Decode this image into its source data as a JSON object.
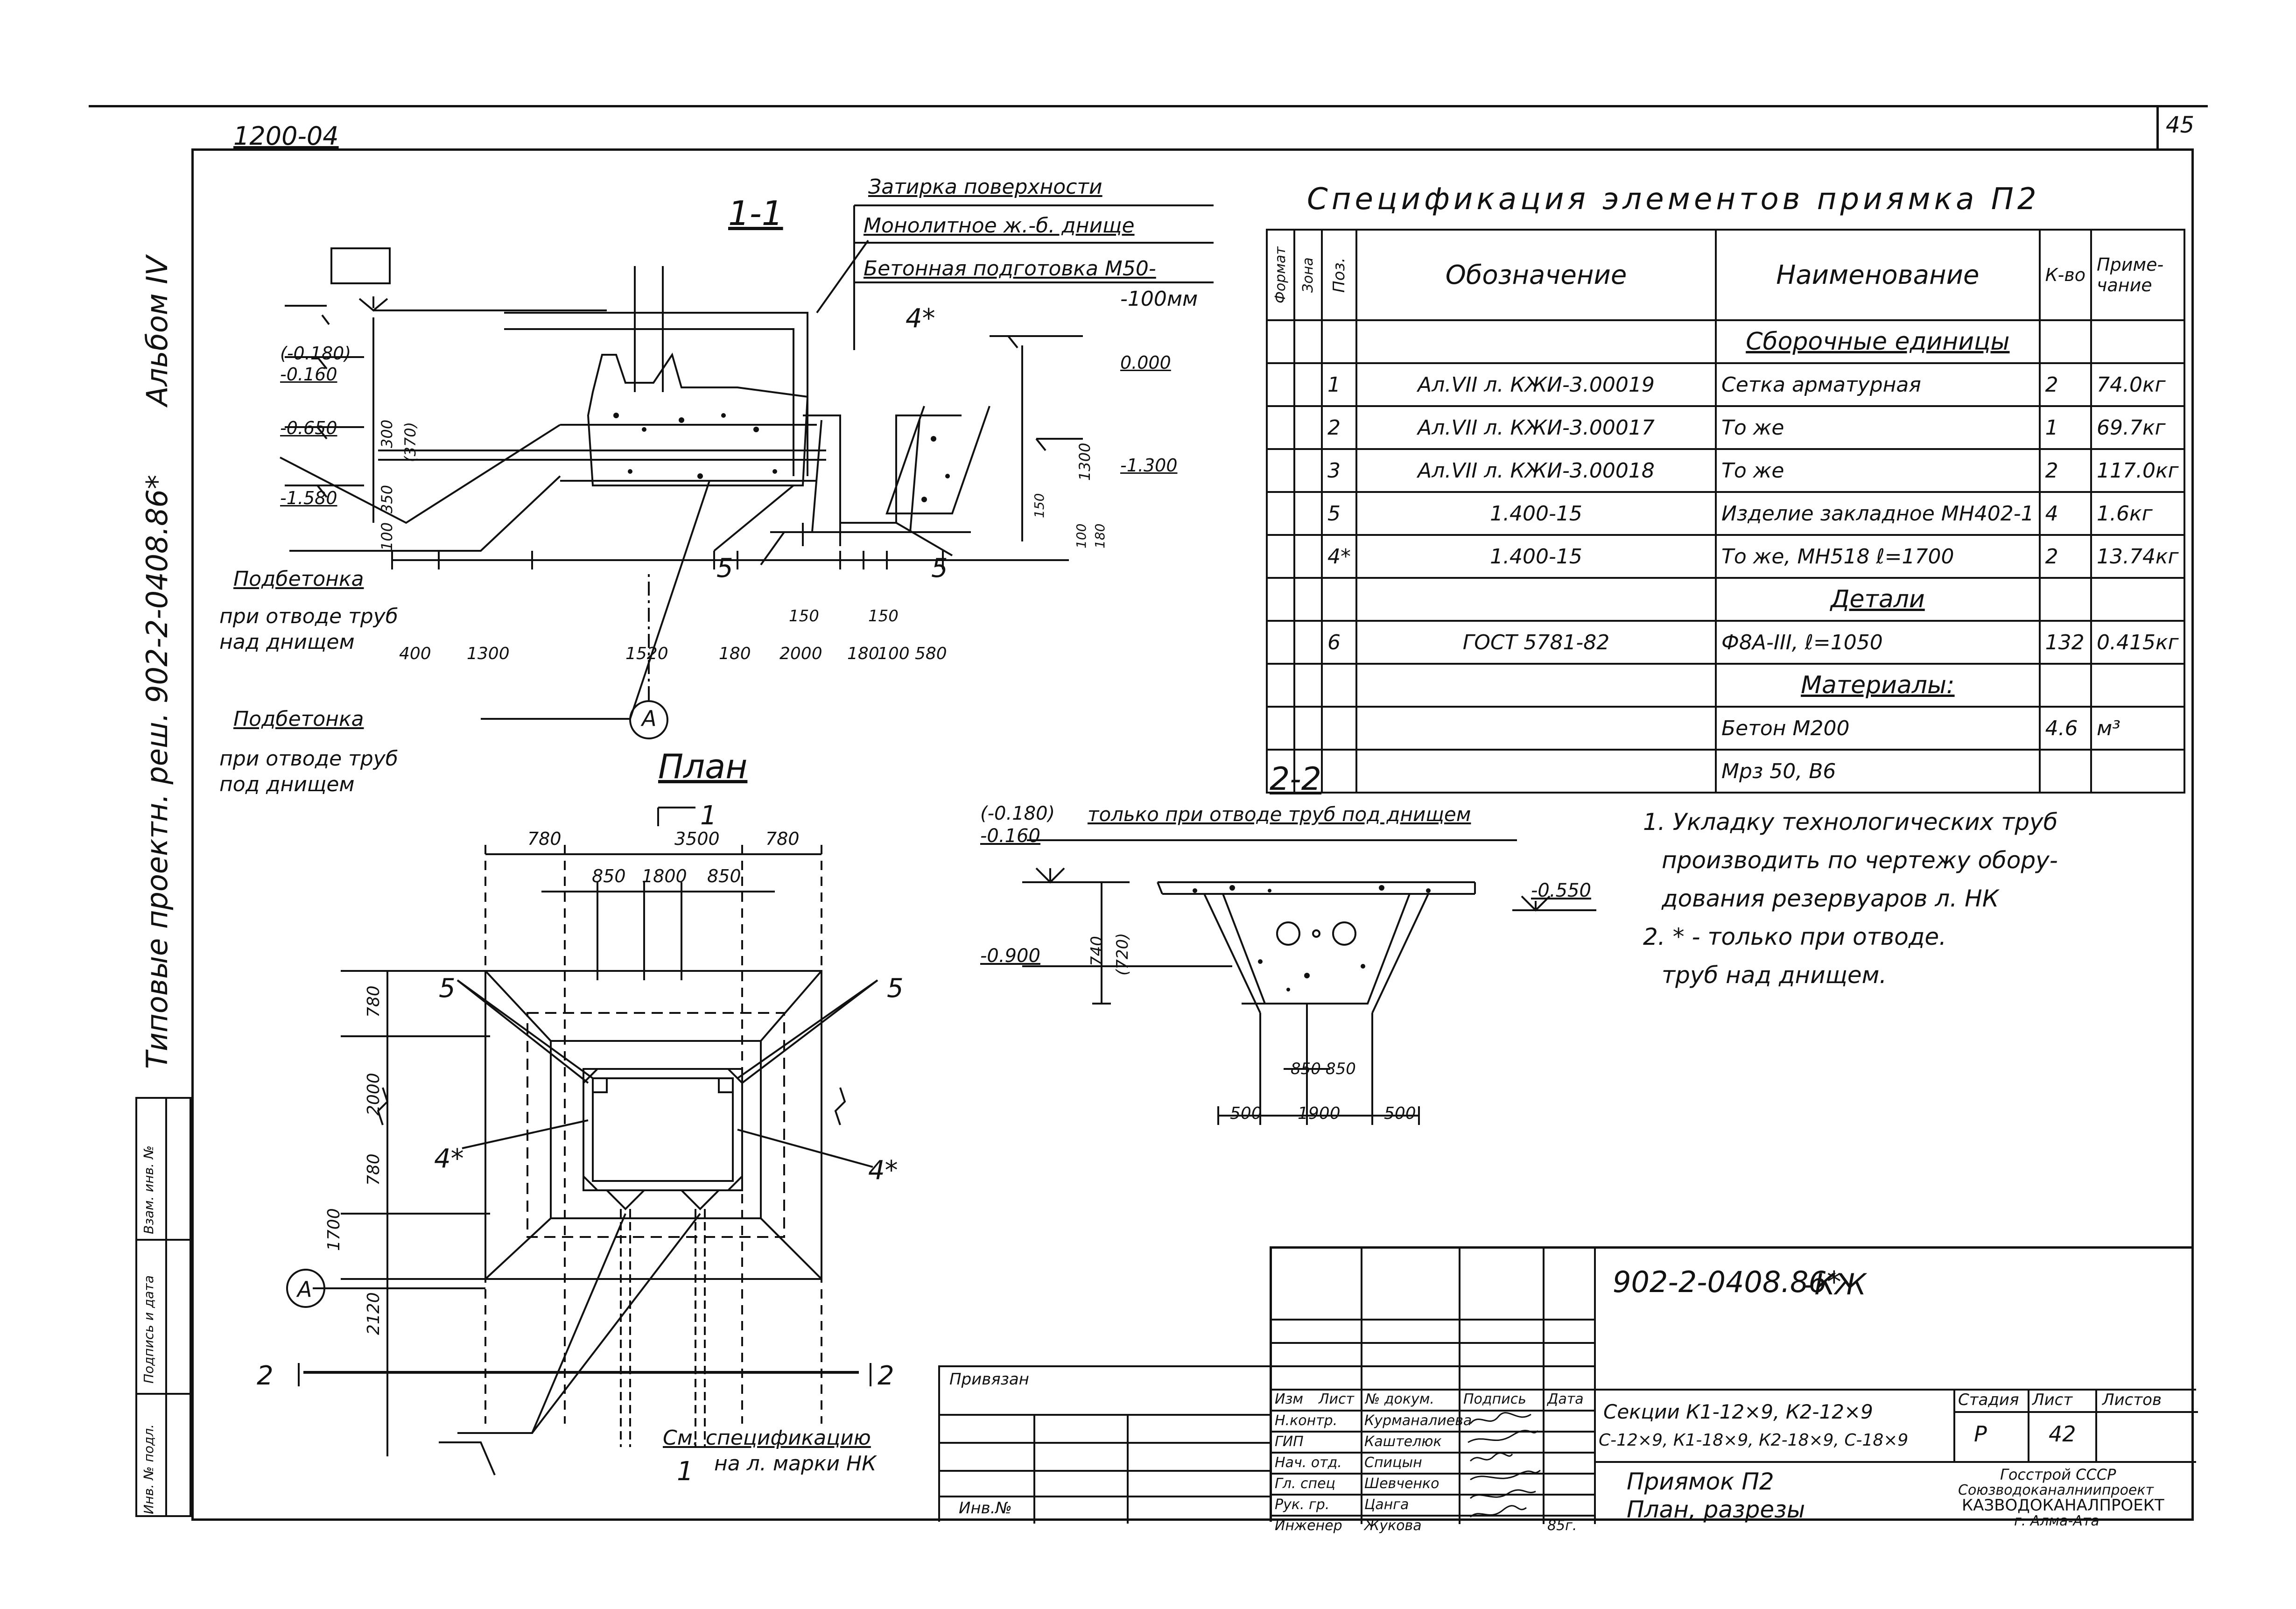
{
  "sheet_number": "45",
  "album_code": "1200-04",
  "side_title": {
    "series": "Типовые проектн. реш. 902-2-0408.86*",
    "album": "Альбом IV"
  },
  "left_stamp": [
    "Инв. № подл.",
    "Подпись и дата",
    "Взам. инв. №"
  ],
  "section_1_1": {
    "title": "1-1",
    "layers": [
      "Затирка поверхности",
      "Монолитное ж.-б. днище",
      "Бетонная подготовка М50-",
      "-100мм"
    ],
    "levels": [
      "(-0.180)",
      "-0.160",
      "-0.650",
      "-1.580",
      "0.000",
      "-1.300"
    ],
    "dims_bottom": [
      "400",
      "1300",
      "1520",
      "180",
      "2000",
      "180",
      "100",
      "580"
    ],
    "dims_vertical": [
      "300",
      "(370)",
      "350",
      "100",
      "1300",
      "150",
      "100",
      "180"
    ],
    "dims_small": [
      "150",
      "150"
    ],
    "pos_labels": [
      "5",
      "5",
      "4*"
    ],
    "axis": "А",
    "note_1": [
      "Подбетонка",
      "при отводе труб",
      "над днищем"
    ],
    "note_2": [
      "Подбетонка",
      "при отводе труб",
      "под днищем"
    ]
  },
  "plan": {
    "title": "План",
    "cut_marks": [
      "1",
      "1",
      "2",
      "2"
    ],
    "dims_top": [
      "780",
      "3500",
      "780"
    ],
    "dims_top_inner": [
      "850",
      "1800",
      "850"
    ],
    "dims_left": [
      "780",
      "2000",
      "780",
      "1700",
      "2120"
    ],
    "pos_labels": [
      "5",
      "5",
      "4*",
      "4*"
    ],
    "axis": "А",
    "see_spec": "См. спецификацию",
    "see_spec_2": "на л. марки НК"
  },
  "section_2_2": {
    "title": "2-2",
    "levels": [
      "(-0.180)",
      "-0.160",
      "-0.550",
      "-0.900"
    ],
    "note": "только при отводе труб под днищем",
    "dims_vertical": [
      "740",
      "(720)"
    ],
    "dims_bottom": [
      "500",
      "1900",
      "500"
    ],
    "dims_inner": [
      "850",
      "850"
    ]
  },
  "spec": {
    "title": "Спецификация элементов приямка П2",
    "headers": {
      "format": "Формат",
      "zone": "Зона",
      "pos": "Поз.",
      "designation": "Обозначение",
      "name": "Наименование",
      "qty": "К-во",
      "note": "Приме-чание"
    },
    "rows": [
      {
        "pos": "",
        "designation": "",
        "name": "Сборочные единицы",
        "qty": "",
        "note": "",
        "section": true
      },
      {
        "pos": "1",
        "designation": "Ал.VII л. КЖИ-3.00019",
        "name": "Сетка арматурная",
        "qty": "2",
        "note": "74.0кг"
      },
      {
        "pos": "2",
        "designation": "Ал.VII л. КЖИ-3.00017",
        "name": "То же",
        "qty": "1",
        "note": "69.7кг"
      },
      {
        "pos": "3",
        "designation": "Ал.VII л. КЖИ-3.00018",
        "name": "То же",
        "qty": "2",
        "note": "117.0кг"
      },
      {
        "pos": "5",
        "designation": "1.400-15",
        "name": "Изделие закладное МН402-1",
        "qty": "4",
        "note": "1.6кг"
      },
      {
        "pos": "4*",
        "designation": "1.400-15",
        "name": "То же, МН518 ℓ=1700",
        "qty": "2",
        "note": "13.74кг"
      },
      {
        "pos": "",
        "designation": "",
        "name": "Детали",
        "qty": "",
        "note": "",
        "section": true
      },
      {
        "pos": "6",
        "designation": "ГОСТ 5781-82",
        "name": "Ф8А-III, ℓ=1050",
        "qty": "132",
        "note": "0.415кг"
      },
      {
        "pos": "",
        "designation": "",
        "name": "Материалы:",
        "qty": "",
        "note": "",
        "section": true
      },
      {
        "pos": "",
        "designation": "",
        "name": "Бетон М200",
        "qty": "4.6",
        "note": "м³"
      },
      {
        "pos": "",
        "designation": "",
        "name": "Мрз 50, В6",
        "qty": "",
        "note": ""
      }
    ]
  },
  "notes": [
    "1. Укладку технологических труб",
    "производить по чертежу обору-",
    "дования резервуаров л. НК",
    "2. * - только при отводе.",
    "труб над днищем."
  ],
  "title_block": {
    "doc_code": "902-2-0408.86*",
    "mark": "-КЖ",
    "privyazan": "Привязан",
    "inv": "Инв.№",
    "sig_headers": [
      "Изм",
      "Лист",
      "№ докум.",
      "Подпись",
      "Дата"
    ],
    "staff": [
      {
        "role": "Н.контр.",
        "name": "Курманалиева"
      },
      {
        "role": "ГИП",
        "name": "Каштелюк"
      },
      {
        "role": "Нач. отд.",
        "name": "Спицын"
      },
      {
        "role": "Гл. спец",
        "name": "Шевченко"
      },
      {
        "role": "Рук. гр.",
        "name": "Цанга"
      },
      {
        "role": "Инженер",
        "name": "Жукова"
      }
    ],
    "year": "85г.",
    "sections_text_1": "Секции К1-12×9, К2-12×9",
    "sections_text_2": "С-12×9, К1-18×9, К2-18×9, С-18×9",
    "object_1": "Приямок П2",
    "object_2": "План, разрезы",
    "stage_label": "Стадия",
    "sheet_label": "Лист",
    "sheets_label": "Листов",
    "stage": "Р",
    "sheet": "42",
    "org_1": "Госстрой СССР",
    "org_2": "Союзводоканалниипроект",
    "org_3": "КАЗВОДОКАНАЛПРОЕКТ",
    "org_4": "г. Алма-Ата"
  }
}
